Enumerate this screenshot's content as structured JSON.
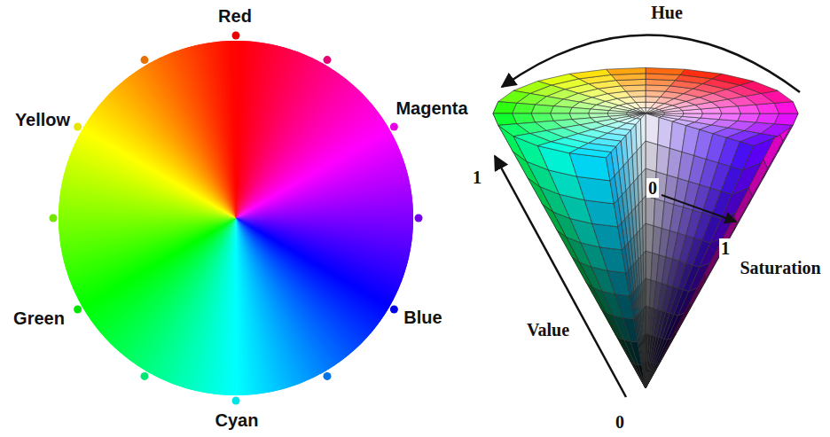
{
  "diagram": {
    "labels": [
      "Red",
      "Magenta",
      "Blue",
      "Cyan",
      "Green",
      "Yellow",
      "Hue",
      "1",
      "0",
      "1",
      "Saturation",
      "Value",
      "0"
    ]
  }
}
